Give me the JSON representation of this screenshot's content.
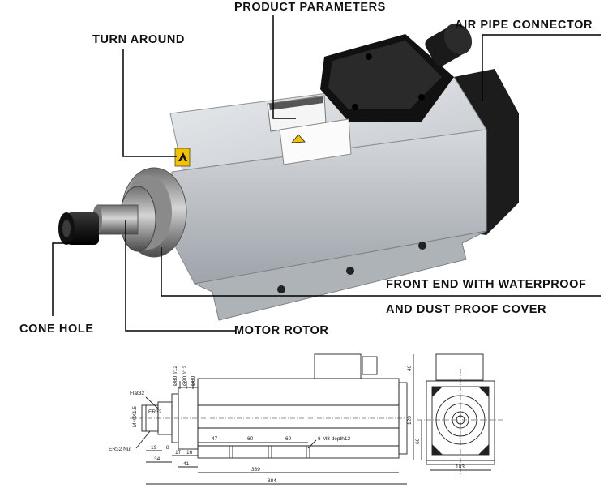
{
  "callouts": {
    "product_parameters": "PRODUCT PARAMETERS",
    "air_pipe_connector": "AIR PIPE CONNECTOR",
    "turn_around": "TURN AROUND",
    "front_end_line1": "FRONT END WITH WATERPROOF",
    "front_end_line2": "AND DUST PROOF COVER",
    "cone_hole": "CONE HOLE",
    "motor_rotor": "MOTOR ROTOR"
  },
  "drawing": {
    "flat": "Flat32",
    "er_nut": "ER32 Nut",
    "thread": "M40X1.5",
    "er_label": "ER32",
    "dia1": "Ø80 f/12",
    "dia2": "Ø90 f/12",
    "dia3": "Ø80",
    "holes": "6-M8 depth12",
    "d19": "19",
    "d8": "8",
    "d34": "34",
    "d17": "17",
    "d16": "16",
    "d41": "41",
    "d47": "47",
    "d60a": "60",
    "d60b": "60",
    "d339": "339",
    "d384": "384",
    "h40": "40",
    "h120": "120",
    "h60": "60",
    "w103": "103"
  },
  "colors": {
    "housing": "#c9cdd1",
    "housing_dark": "#9aa0a6",
    "black_part": "#1b1b1b",
    "label_yellow": "#f2c200"
  }
}
